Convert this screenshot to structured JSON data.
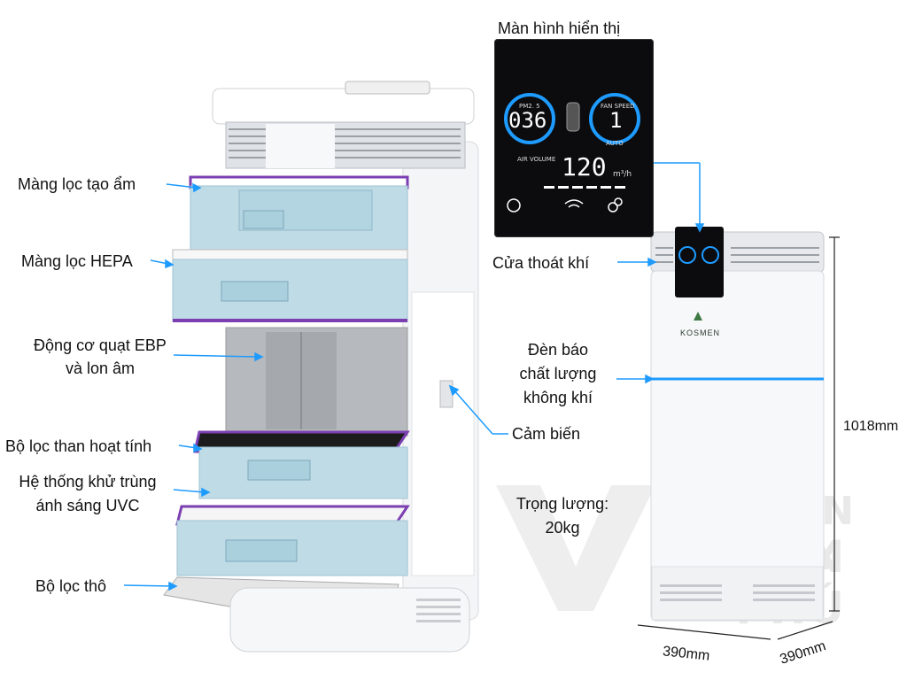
{
  "labels": {
    "display_screen": "Màn hình hiển thị",
    "humidifier_filter": "Màng lọc tạo ẩm",
    "hepa_filter": "Màng lọc HEPA",
    "fan_motor_line1": "Động cơ quạt EBP",
    "fan_motor_line2": "và lon âm",
    "carbon_filter": "Bộ lọc than hoạt tính",
    "uvc_line1": "Hệ thống khử trùng",
    "uvc_line2": "ánh sáng UVC",
    "pre_filter": "Bộ lọc thô",
    "air_outlet": "Cửa thoát khí",
    "aq_light_line1": "Đèn báo",
    "aq_light_line2": "chất lượng",
    "aq_light_line3": "không khí",
    "sensor": "Cảm biến",
    "weight_line1": "Trọng lượng:",
    "weight_line2": "20kg",
    "height": "1018mm",
    "width": "390mm",
    "depth": "390mm"
  },
  "panel": {
    "pm_label": "PM2. 5",
    "pm_value": "036",
    "fan_label": "FAN SPEED",
    "fan_value": "1",
    "auto_label": "AUTO",
    "air_volume_label": "AIR VOLUME",
    "air_volume_value": "120",
    "air_volume_unit": "m³/h"
  },
  "brand": "KOSMEN",
  "watermark": {
    "line1": "ĐIỆN MÁY",
    "line2": "VẠN PHÚ"
  },
  "colors": {
    "accent_blue": "#1e9bff",
    "filter_blue": "#bfdbe6",
    "filter_purple": "#7b3fb2"
  }
}
